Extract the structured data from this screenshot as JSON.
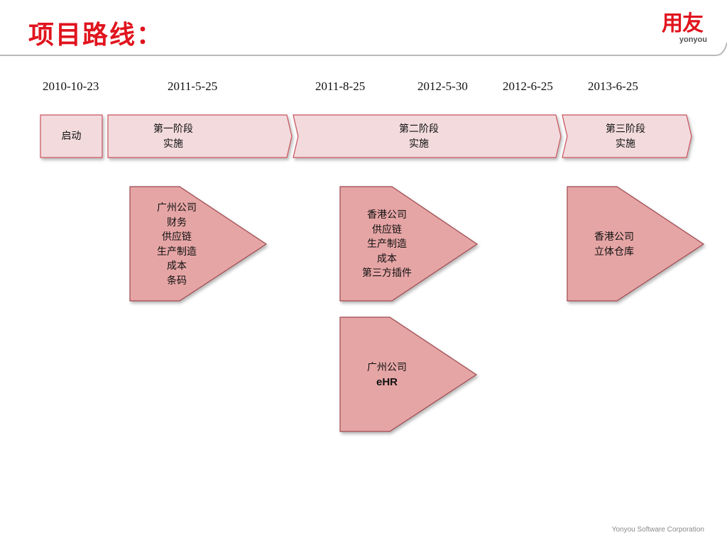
{
  "slide": {
    "title": "项目路线：",
    "logo": {
      "cn": "用友",
      "en": "yonyou"
    },
    "footer": "Yonyou Software Corporation"
  },
  "colors": {
    "title_red": "#e0141e",
    "phase_fill": "#f2dadd",
    "phase_border": "#c9535b",
    "pentagon_fill": "#e6a5a5",
    "pentagon_border": "#9d4a4f"
  },
  "timeline": {
    "dates": [
      "2010-10-23",
      "2011-5-25",
      "2011-8-25",
      "2012-5-30",
      "2012-6-25",
      "2013-6-25"
    ],
    "phases": [
      {
        "lines": [
          "启动"
        ]
      },
      {
        "lines": [
          "第一阶段",
          "实施"
        ]
      },
      {
        "lines": [
          "第二阶段",
          "实施"
        ]
      },
      {
        "lines": [
          "第三阶段",
          "实施"
        ]
      }
    ]
  },
  "modules": [
    {
      "lines": [
        "广州公司",
        "财务",
        "供应链",
        "生产制造",
        "成本",
        "条码"
      ]
    },
    {
      "lines": [
        "香港公司",
        "供应链",
        "生产制造",
        "成本",
        "第三方插件"
      ]
    },
    {
      "lines": [
        "香港公司",
        "立体仓库"
      ]
    },
    {
      "lines": [
        "广州公司",
        "eHR"
      ]
    }
  ]
}
